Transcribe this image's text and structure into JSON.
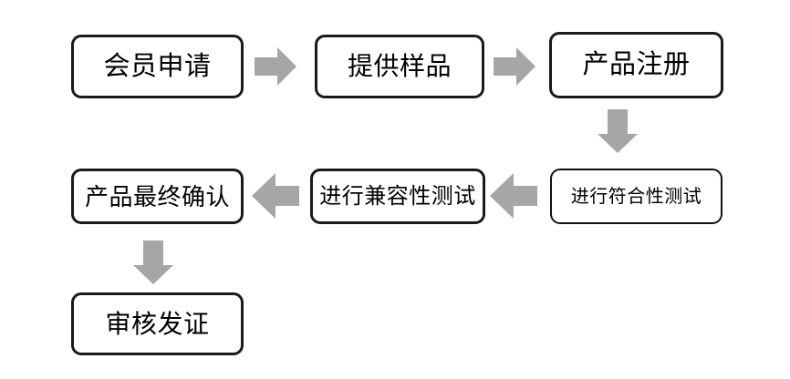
{
  "diagram": {
    "type": "flowchart",
    "title": "",
    "background_color": "#ffffff",
    "node_border_color": "#1a1a1a",
    "node_fill_color": "#ffffff",
    "arrow_color": "#a6a6a6",
    "text_color": "#000000",
    "nodes": [
      {
        "id": "member-application",
        "label": "会员申请",
        "row": 1,
        "col": 1
      },
      {
        "id": "provide-samples",
        "label": "提供样品",
        "row": 1,
        "col": 2
      },
      {
        "id": "product-registration",
        "label": "产品注册",
        "row": 1,
        "col": 3
      },
      {
        "id": "final-confirmation",
        "label": "产品最终确认",
        "row": 2,
        "col": 1
      },
      {
        "id": "compatibility-test",
        "label": "进行兼容性测试",
        "row": 2,
        "col": 2
      },
      {
        "id": "compliance-test",
        "label": "进行符合性测试",
        "row": 2,
        "col": 3
      },
      {
        "id": "issue-certificate",
        "label": "审核发证",
        "row": 3,
        "col": 1
      }
    ],
    "connectors": [
      {
        "id": "member-to-samples",
        "from": "member-application",
        "to": "provide-samples",
        "direction": "right"
      },
      {
        "id": "samples-to-registration",
        "from": "provide-samples",
        "to": "product-registration",
        "direction": "right"
      },
      {
        "id": "registration-to-compliance",
        "from": "product-registration",
        "to": "compliance-test",
        "direction": "down"
      },
      {
        "id": "compliance-to-compatibility",
        "from": "compliance-test",
        "to": "compatibility-test",
        "direction": "left"
      },
      {
        "id": "compatibility-to-confirmation",
        "from": "compatibility-test",
        "to": "final-confirmation",
        "direction": "left"
      },
      {
        "id": "confirmation-to-certificate",
        "from": "final-confirmation",
        "to": "issue-certificate",
        "direction": "down"
      }
    ]
  }
}
